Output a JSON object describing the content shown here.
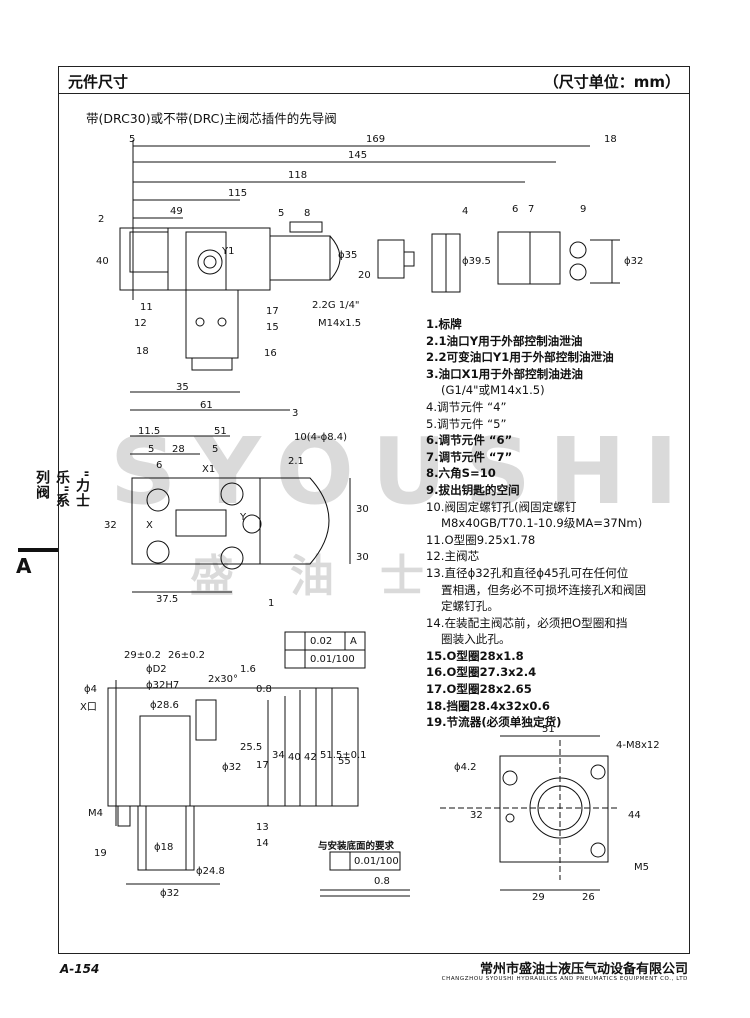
{
  "header": {
    "title": "元件尺寸",
    "unit": "（尺寸单位：mm）"
  },
  "subtitle": "带(DRC30)或不带(DRC)主阀芯插件的先导阀",
  "legend": [
    {
      "text": "1.标牌",
      "bold": true
    },
    {
      "text": "2.1油口Y用于外部控制油泄油",
      "bold": true
    },
    {
      "text": "2.2可变油口Y1用于外部控制油泄油",
      "bold": true
    },
    {
      "text": "3.油口X1用于外部控制油进油",
      "bold": true
    },
    {
      "text": "(G1/4\"或M14x1.5)",
      "bold": false,
      "indent": true
    },
    {
      "text": "4.调节元件 “4”",
      "bold": false
    },
    {
      "text": "5.调节元件 “5”",
      "bold": false
    },
    {
      "text": "6.调节元件 “6”",
      "bold": true
    },
    {
      "text": "7.调节元件 “7”",
      "bold": true
    },
    {
      "text": "8.六角S=10",
      "bold": true
    },
    {
      "text": "9.拔出钥匙的空间",
      "bold": true
    },
    {
      "text": "10.阀固定螺钉孔(阀固定螺钉",
      "bold": false
    },
    {
      "text": "M8x40GB/T70.1-10.9级MA=37Nm)",
      "bold": false,
      "indent": true
    },
    {
      "text": "11.O型圈9.25x1.78",
      "bold": false
    },
    {
      "text": "12.主阀芯",
      "bold": false
    },
    {
      "text": "13.直径ϕ32孔和直径ϕ45孔可在任何位",
      "bold": false
    },
    {
      "text": "置相遇，但务必不可损坏连接孔X和阀固",
      "bold": false,
      "indent": true
    },
    {
      "text": "定螺钉孔。",
      "bold": false,
      "indent": true
    },
    {
      "text": "14.在装配主阀芯前，必须把O型圈和挡",
      "bold": false
    },
    {
      "text": "圈装入此孔。",
      "bold": false,
      "indent": true
    },
    {
      "text": "15.O型圈28x1.8",
      "bold": true
    },
    {
      "text": "16.O型圈27.3x2.4",
      "bold": true
    },
    {
      "text": "17.O型圈28x2.65",
      "bold": true
    },
    {
      "text": "18.挡圈28.4x32x0.6",
      "bold": true
    },
    {
      "text": "19.节流器(必须单独定货)",
      "bold": true
    }
  ],
  "side_tab": {
    "series": "\"力士乐\"系列阀",
    "letter": "A"
  },
  "footer": {
    "page": "A-154",
    "company": "常州市盛油士液压气动设备有限公司",
    "company_en": "CHANGZHOU SYOUSHI HYDRAULICS AND PNEUMATICS EQUIPMENT CO., LTD"
  },
  "watermark": {
    "latin": "SYOUSHI",
    "cn": [
      "盛",
      "油",
      "士"
    ]
  },
  "drawing_labels": {
    "top_dims": [
      "5",
      "169",
      "18",
      "145",
      "118",
      "115",
      "49",
      "9",
      "2",
      "40",
      "5",
      "8",
      "6",
      "7",
      "4",
      "ϕ35",
      "20",
      "ϕ39.5",
      "ϕ32",
      "Y1",
      "11",
      "12",
      "17",
      "15",
      "2.2G 1/4\"",
      "M14x1.5",
      "18",
      "16"
    ],
    "mid_dims": [
      "35",
      "61",
      "11.5",
      "51",
      "3",
      "10(4-ϕ8.4)",
      "5",
      "28",
      "5",
      "2.1",
      "6",
      "X1",
      "30",
      "32",
      "X",
      "Y",
      "30",
      "37.5",
      "1"
    ],
    "section_dims": [
      "29±0.2",
      "26±0.2",
      "ϕD2",
      "ϕ32H7",
      "1.6",
      "2x30°",
      "ϕ28.6",
      "ϕ4",
      "X口",
      "0.8",
      "25.5",
      "ϕ32",
      "17",
      "34",
      "40",
      "42",
      "51.5±0.1",
      "55",
      "M4",
      "13",
      "14",
      "19",
      "ϕ18",
      "ϕ24.8",
      "ϕ32"
    ],
    "tolerance": [
      "0.02",
      "A",
      "0.01/100"
    ],
    "mount_req": "与安装底面的要求",
    "mount_tol": [
      "0.01/100",
      "0.8"
    ],
    "plate_dims": [
      "51",
      "4-M8x12",
      "ϕ4.2",
      "32",
      "44",
      "M5",
      "29",
      "26"
    ]
  }
}
